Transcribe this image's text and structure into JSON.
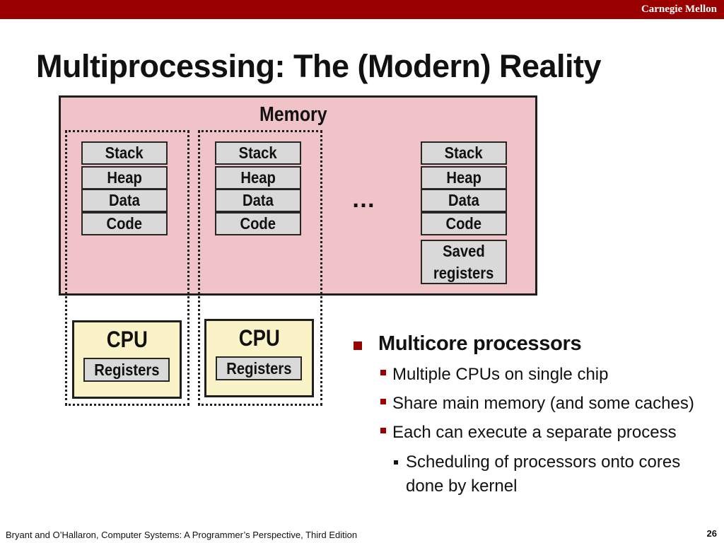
{
  "header": {
    "org": "Carnegie Mellon"
  },
  "title": "Multiprocessing: The (Modern) Reality",
  "memory": {
    "label": "Memory",
    "ellipsis": "…",
    "process_blocks": [
      {
        "segments": [
          "Stack",
          "Heap",
          "Data",
          "Code"
        ]
      },
      {
        "segments": [
          "Stack",
          "Heap",
          "Data",
          "Code"
        ]
      },
      {
        "segments": [
          "Stack",
          "Heap",
          "Data",
          "Code"
        ],
        "saved_registers": [
          "Saved",
          "registers"
        ]
      }
    ]
  },
  "cpus": [
    {
      "label": "CPU",
      "registers": "Registers"
    },
    {
      "label": "CPU",
      "registers": "Registers"
    }
  ],
  "bullets": {
    "main": "Multicore processors",
    "subs": [
      "Multiple CPUs on single chip",
      "Share main memory (and some caches)",
      "Each can execute a separate process"
    ],
    "subsub": "Scheduling of processors onto cores done by kernel"
  },
  "footer": {
    "citation": "Bryant and O’Hallaron, Computer Systems: A Programmer’s Perspective, Third Edition",
    "page": "26"
  },
  "colors": {
    "header_bar": "#990000",
    "memory_fill": "#efc3c7",
    "cpu_fill": "#fbf3c8",
    "segment_fill": "#d9d9d9",
    "bullet_accent": "#990000"
  }
}
